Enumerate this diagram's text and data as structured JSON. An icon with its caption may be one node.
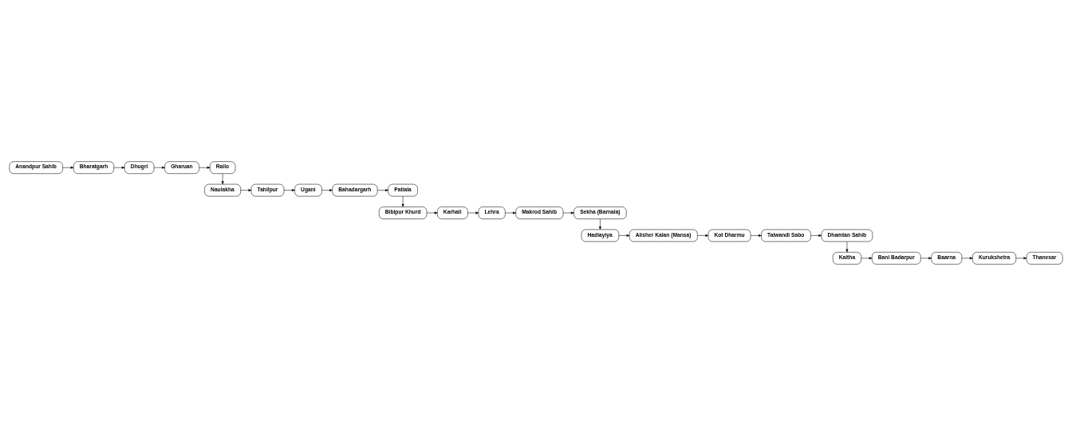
{
  "diagram": {
    "nodes": [
      {
        "text": [
          "Anandpur Sahib"
        ]
      },
      {
        "text": [
          "Bharatgarh"
        ]
      },
      {
        "text": [
          "Dhugri"
        ]
      },
      {
        "text": [
          "Gharuan"
        ]
      },
      {
        "text": [
          "Railo"
        ]
      },
      {
        "text": [
          "Patiala"
        ]
      },
      {
        "text": [
          "Bahadargarh"
        ]
      },
      {
        "text": [
          "Ugani"
        ]
      },
      {
        "text": [
          "Tahilpur"
        ]
      },
      {
        "text": [
          "Naulakha"
        ]
      },
      {
        "text": [
          "Bibipur Khurd"
        ]
      },
      {
        "text": [
          "Karhali"
        ]
      },
      {
        "text": [
          "Lehra"
        ]
      },
      {
        "text": [
          "Makrod Sahib"
        ]
      },
      {
        "text": [
          "Sekha (Barnala)"
        ]
      },
      {
        "text": [
          "Dhamtan Sahib"
        ]
      },
      {
        "text": [
          "Talwandi Sabo"
        ]
      },
      {
        "text": [
          "Kot Dharmu"
        ]
      },
      {
        "text": [
          "Alisher Kalan (Mansa)"
        ]
      },
      {
        "text": [
          "Hadiayiya"
        ]
      },
      {
        "text": [
          "Kaitha"
        ]
      },
      {
        "text": [
          "Bani Badarpur"
        ]
      },
      {
        "text": [
          "Baarna"
        ]
      },
      {
        "text": [
          "Kurukshetra"
        ]
      },
      {
        "text": [
          "Thanesar"
        ]
      }
    ],
    "edges": [
      {
        "from": 0,
        "to": 1,
        "arrow": "to"
      },
      {
        "from": 1,
        "to": 2,
        "arrow": "to"
      },
      {
        "from": 2,
        "to": 3,
        "arrow": "to"
      },
      {
        "from": 3,
        "to": 4,
        "arrow": "to"
      },
      {
        "from": 4,
        "to": 9,
        "arrow": "to"
      },
      {
        "from": 9,
        "to": 8,
        "arrow": "to"
      },
      {
        "from": 8,
        "to": 7,
        "arrow": "to"
      },
      {
        "from": 7,
        "to": 6,
        "arrow": "to"
      },
      {
        "from": 6,
        "to": 5,
        "arrow": "to"
      },
      {
        "from": 5,
        "to": 10,
        "arrow": "to"
      },
      {
        "from": 10,
        "to": 11,
        "arrow": "to"
      },
      {
        "from": 11,
        "to": 12,
        "arrow": "to"
      },
      {
        "from": 12,
        "to": 13,
        "arrow": "to"
      },
      {
        "from": 13,
        "to": 14,
        "arrow": "to"
      },
      {
        "from": 14,
        "to": 19,
        "arrow": "to"
      },
      {
        "from": 19,
        "to": 18,
        "arrow": "to"
      },
      {
        "from": 18,
        "to": 17,
        "arrow": "to"
      },
      {
        "from": 17,
        "to": 16,
        "arrow": "to"
      },
      {
        "from": 16,
        "to": 15,
        "arrow": "to"
      },
      {
        "from": 15,
        "to": 20,
        "arrow": "to"
      },
      {
        "from": 20,
        "to": 21,
        "arrow": "to"
      },
      {
        "from": 21,
        "to": 22,
        "arrow": "to"
      },
      {
        "from": 22,
        "to": 23,
        "arrow": "to"
      },
      {
        "from": 23,
        "to": 24,
        "arrow": "to"
      }
    ]
  }
}
